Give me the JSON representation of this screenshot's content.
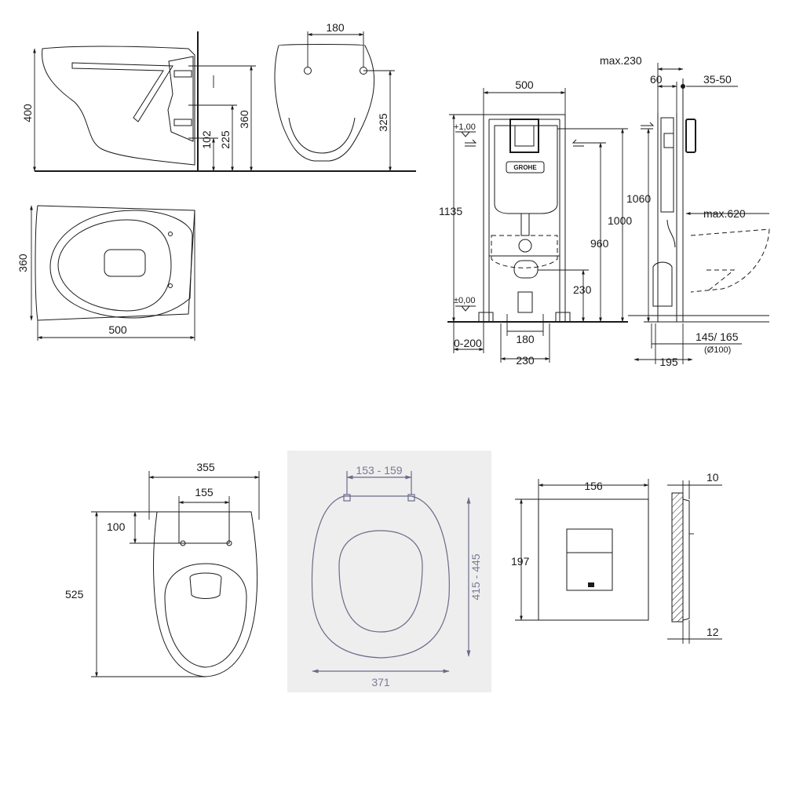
{
  "toilet_side": {
    "height": "400",
    "h_360": "360",
    "h_225": "225",
    "h_102": "102"
  },
  "toilet_front": {
    "top_width": "180",
    "h_325": "325"
  },
  "toilet_top": {
    "depth": "360",
    "length": "500"
  },
  "frame": {
    "width": "500",
    "h_1135": "1135",
    "level_top": "+1,00",
    "level_zero": "±0,00",
    "h_1000": "1000",
    "h_960": "960",
    "h_230": "230",
    "w_0_200": "0-200",
    "w_180": "180",
    "w_230": "230",
    "brand": "GROHE"
  },
  "frame_side": {
    "max_230": "max.230",
    "d_60": "60",
    "d_35_50": "35-50",
    "h_1060": "1060",
    "max_620": "max.620",
    "d_145_165": "145/ 165",
    "d_100": "(Ø100)",
    "d_195": "195"
  },
  "bowl_top": {
    "w_355": "355",
    "w_155": "155",
    "d_100": "100",
    "l_525": "525"
  },
  "seat": {
    "w_153_159": "153 - 159",
    "l_415_445": "415 - 445",
    "w_371": "371",
    "bg_color": "#eeeeee",
    "line_color": "#6b6b8a"
  },
  "plate": {
    "w_156": "156",
    "h_197": "197",
    "d_10": "10",
    "d_12": "12"
  }
}
